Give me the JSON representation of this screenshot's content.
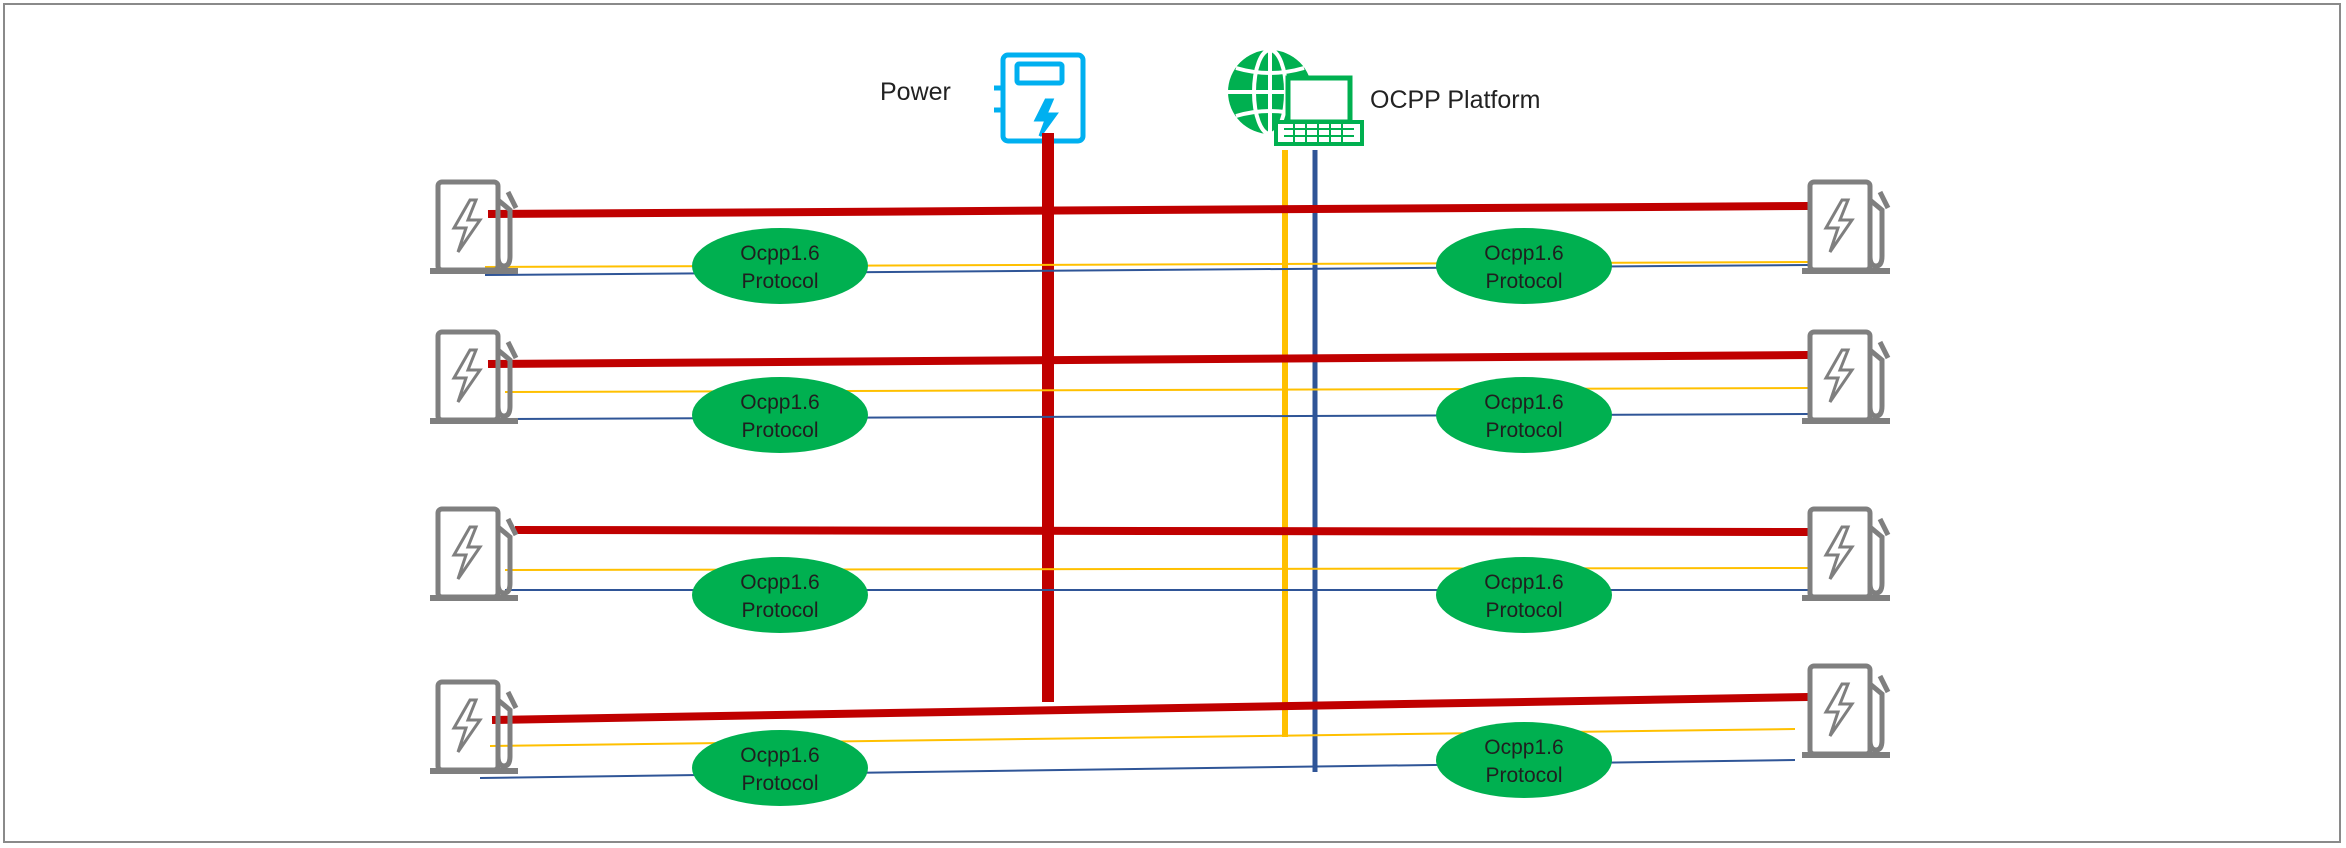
{
  "labels": {
    "power": "Power",
    "platform": "OCPP Platform"
  },
  "protocol": {
    "line1": "Ocpp1.6",
    "line2": "Protocol"
  },
  "colors": {
    "power_line": "#c00000",
    "signal_line": "#ffc000",
    "data_line": "#2f5597",
    "pill": "#00b050",
    "charger_icon": "#7f7f7f",
    "power_icon": "#00b0f0",
    "platform_icon": "#00b050"
  },
  "icons": {
    "power_source": "power-cabinet-icon",
    "platform": "globe-laptop-icon",
    "station": "ev-charger-icon"
  }
}
